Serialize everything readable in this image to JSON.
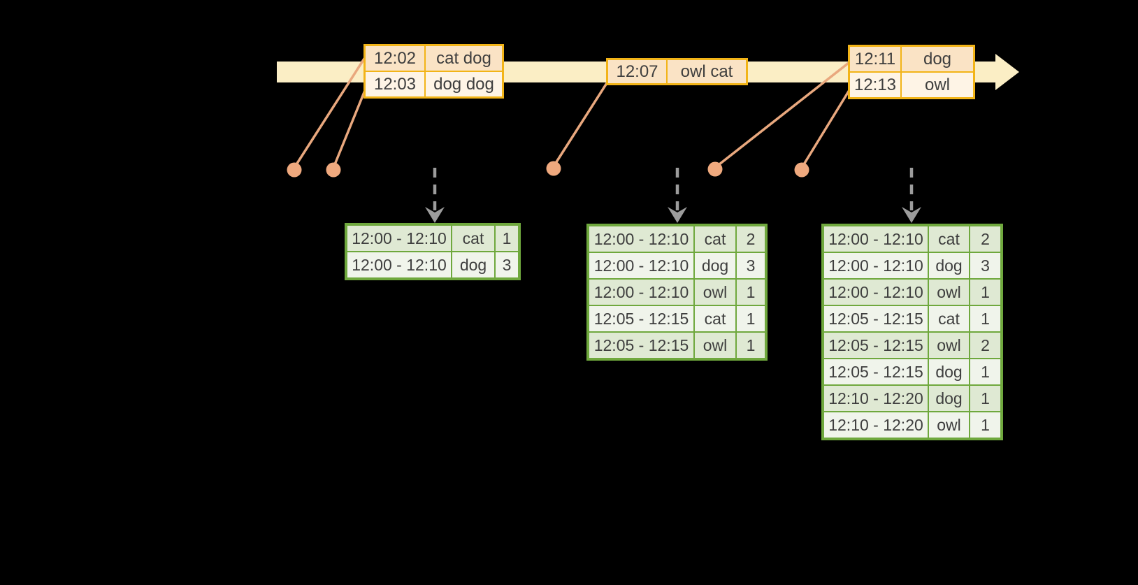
{
  "colors": {
    "background": "#000000",
    "timeline_band": "#FBEEC5",
    "event_table_border": "#F2B418",
    "event_row_dark": "#FAE3C5",
    "event_row_light": "#FEF4E6",
    "leader_line": "#E9A87E",
    "trigger_arrow": "#9C9C9C",
    "result_table_border": "#6FA83D",
    "result_row_dark": "#DFE9D3",
    "result_row_light": "#F0F4EB",
    "text": "#3E3E3E"
  },
  "event_tables": [
    {
      "rows": [
        {
          "time": "12:02",
          "words": "cat dog"
        },
        {
          "time": "12:03",
          "words": "dog dog"
        }
      ]
    },
    {
      "rows": [
        {
          "time": "12:07",
          "words": "owl cat"
        }
      ]
    },
    {
      "rows": [
        {
          "time": "12:11",
          "words": "dog"
        },
        {
          "time": "12:13",
          "words": "owl"
        }
      ]
    }
  ],
  "result_tables": [
    {
      "rows": [
        {
          "window": "12:00 - 12:10",
          "word": "cat",
          "count": "1"
        },
        {
          "window": "12:00 - 12:10",
          "word": "dog",
          "count": "3"
        }
      ]
    },
    {
      "rows": [
        {
          "window": "12:00 - 12:10",
          "word": "cat",
          "count": "2"
        },
        {
          "window": "12:00 - 12:10",
          "word": "dog",
          "count": "3"
        },
        {
          "window": "12:00 - 12:10",
          "word": "owl",
          "count": "1"
        },
        {
          "window": "12:05 - 12:15",
          "word": "cat",
          "count": "1"
        },
        {
          "window": "12:05 - 12:15",
          "word": "owl",
          "count": "1"
        }
      ]
    },
    {
      "rows": [
        {
          "window": "12:00 - 12:10",
          "word": "cat",
          "count": "2"
        },
        {
          "window": "12:00 - 12:10",
          "word": "dog",
          "count": "3"
        },
        {
          "window": "12:00 - 12:10",
          "word": "owl",
          "count": "1"
        },
        {
          "window": "12:05 - 12:15",
          "word": "cat",
          "count": "1"
        },
        {
          "window": "12:05 - 12:15",
          "word": "owl",
          "count": "2"
        },
        {
          "window": "12:05 - 12:15",
          "word": "dog",
          "count": "1"
        },
        {
          "window": "12:10 - 12:20",
          "word": "dog",
          "count": "1"
        },
        {
          "window": "12:10 - 12:20",
          "word": "owl",
          "count": "1"
        }
      ]
    }
  ]
}
